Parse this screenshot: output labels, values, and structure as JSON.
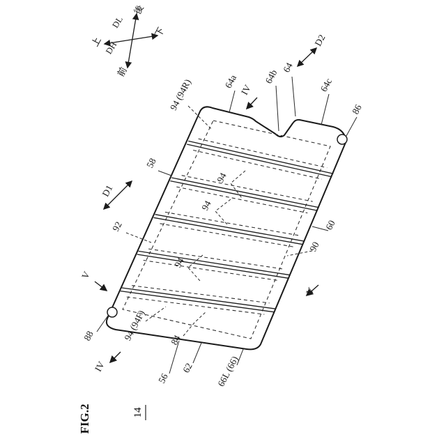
{
  "figure": {
    "caption": "FIG.2",
    "figure_ref": "14"
  },
  "compass": {
    "axis_longitudinal": "DL",
    "axis_height": "DH",
    "rear": "後",
    "front": "前",
    "up": "上",
    "down": "下"
  },
  "direction_arrows": {
    "d1": "D1",
    "d2": "D2"
  },
  "section_marks": {
    "iv_top": "IV",
    "iv_bottom": "IV",
    "v_left": "V",
    "v_right": "V"
  },
  "callouts": {
    "c94r": "94 (94R)",
    "c64a": "64a",
    "c64b": "64b",
    "c64": "64",
    "c64c": "64c",
    "c86": "86",
    "c58": "58",
    "c92": "92",
    "c94_1": "94",
    "c94_2": "94",
    "c94_3": "94",
    "c90": "90",
    "c60": "60",
    "c88": "88",
    "c94f": "94 (94F)",
    "c84": "84",
    "c56": "56",
    "c62": "62",
    "c66l": "66L (66)"
  },
  "colors": {
    "ink": "#1b1b1b",
    "background": "#ffffff"
  }
}
